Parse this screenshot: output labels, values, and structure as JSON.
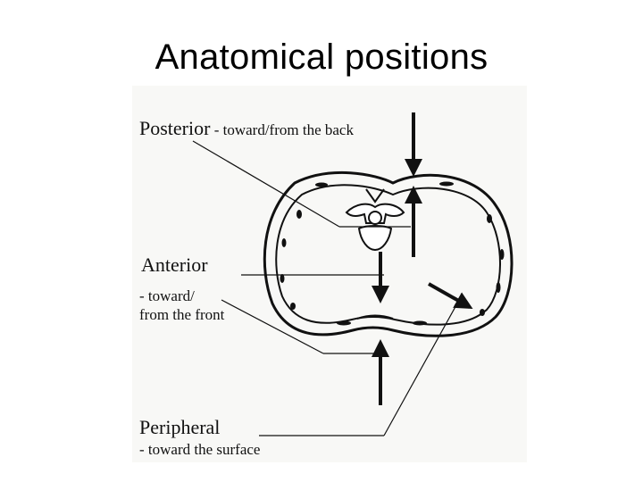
{
  "slide": {
    "title": "Anatomical positions"
  },
  "labels": {
    "posterior": {
      "term": "Posterior",
      "definition": " - toward/from the back"
    },
    "anterior": {
      "term": "Anterior",
      "definition_line1": "- toward/",
      "definition_line2": "from the front"
    },
    "peripheral": {
      "term": "Peripheral",
      "definition": "- toward the surface"
    }
  },
  "colors": {
    "ink": "#111111",
    "panel": "#f8f8f6",
    "bone_fill": "#ffffff"
  }
}
